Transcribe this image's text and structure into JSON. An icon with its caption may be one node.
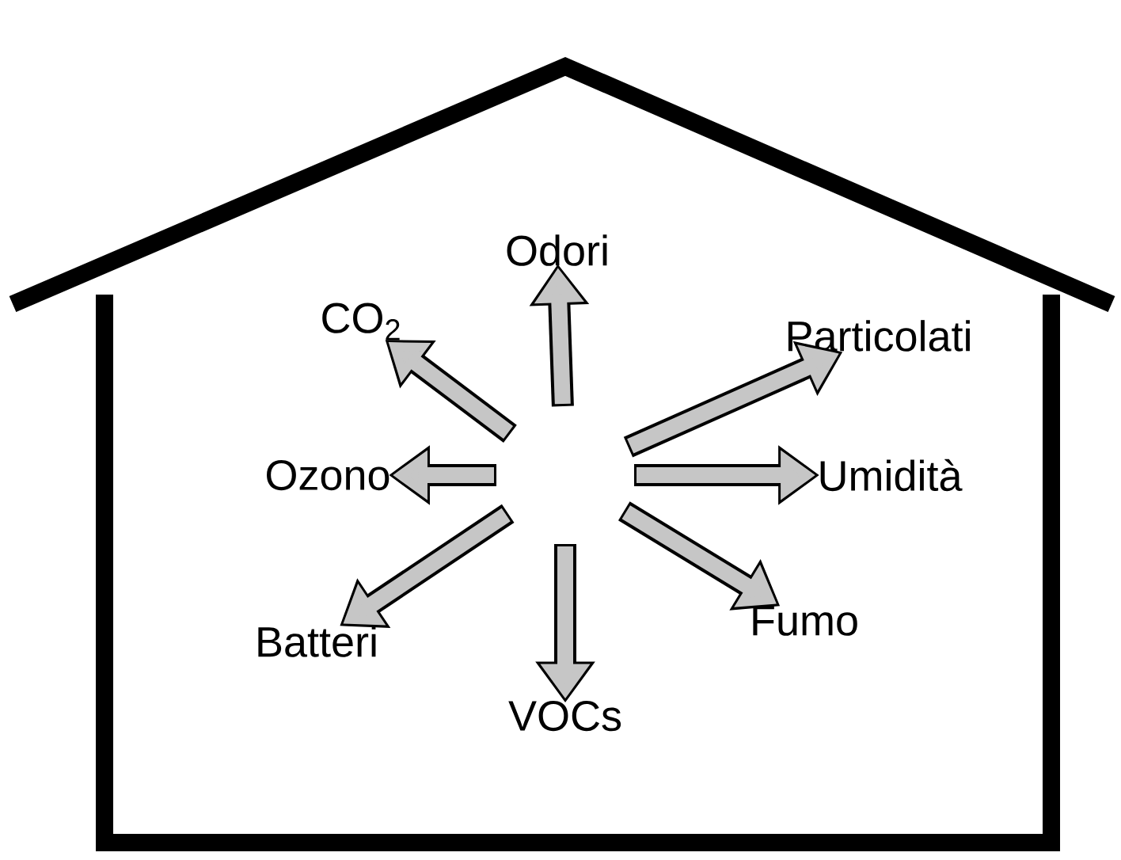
{
  "diagram": {
    "nodes": [
      {
        "text": [
          "Odori"
        ]
      },
      {
        "text": [
          "CO$_{2}$"
        ]
      },
      {
        "text": [
          "Particolati"
        ]
      },
      {
        "text": [
          "Ozono"
        ]
      },
      {
        "text": [
          "Umidità"
        ]
      },
      {
        "text": [
          "Batteri"
        ]
      },
      {
        "text": [
          "Fumo"
        ]
      },
      {
        "text": [
          "VOCs"
        ]
      }
    ],
    "edges": [
      {
        "from": null,
        "to": 0,
        "arrow": "to"
      },
      {
        "from": null,
        "to": 1,
        "arrow": "to"
      },
      {
        "from": null,
        "to": 2,
        "arrow": "to"
      },
      {
        "from": null,
        "to": 3,
        "arrow": "to"
      },
      {
        "from": null,
        "to": 4,
        "arrow": "to"
      },
      {
        "from": null,
        "to": 5,
        "arrow": "to"
      },
      {
        "from": null,
        "to": 6,
        "arrow": "to"
      },
      {
        "from": null,
        "to": 7,
        "arrow": "to"
      }
    ]
  }
}
